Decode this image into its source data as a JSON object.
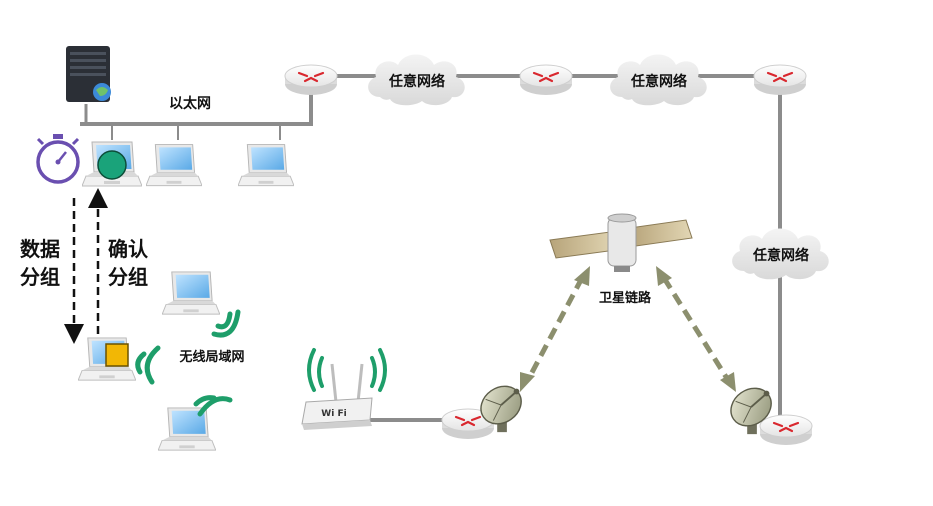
{
  "labels": {
    "ethernet": "以太网",
    "any_network": "任意网络",
    "satellite_link": "卫星链路",
    "wlan": "无线局域网",
    "data_packet_line1": "数据",
    "data_packet_line2": "分组",
    "ack_packet_line1": "确认",
    "ack_packet_line2": "分组"
  },
  "icons": {
    "server": "server-icon",
    "router": "router-icon",
    "cloud": "cloud-icon",
    "laptop": "laptop-icon",
    "stopwatch": "stopwatch-icon",
    "satellite": "satellite-icon",
    "dish": "satellite-dish-icon",
    "wifi_router": "wifi-router-icon",
    "wifi_waves": "wifi-waves-icon"
  },
  "wifi_router_label": "Wi Fi",
  "colors": {
    "link_line": "#8c8c8c",
    "satellite_arrow": "#8c8f6e",
    "sender_marker": "#1aa37a",
    "receiver_marker": "#f2b705",
    "wifi_green": "#1e9e6a",
    "stopwatch": "#6a4fb0"
  }
}
